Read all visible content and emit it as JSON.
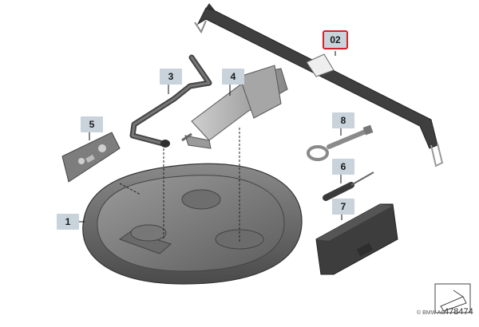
{
  "diagram": {
    "callouts": [
      {
        "id": "c1",
        "label": "1"
      },
      {
        "id": "c2",
        "label": "02"
      },
      {
        "id": "c3",
        "label": "3"
      },
      {
        "id": "c4",
        "label": "4"
      },
      {
        "id": "c5",
        "label": "5"
      },
      {
        "id": "c6",
        "label": "6"
      },
      {
        "id": "c7",
        "label": "7"
      },
      {
        "id": "c8",
        "label": "8"
      }
    ],
    "highlight_color": "#d61f26",
    "callout_color": "#c9d3dc",
    "part_color": "#5a5a5a"
  },
  "footer": {
    "brand": "© BMW AG",
    "diagram_number": "478474"
  }
}
